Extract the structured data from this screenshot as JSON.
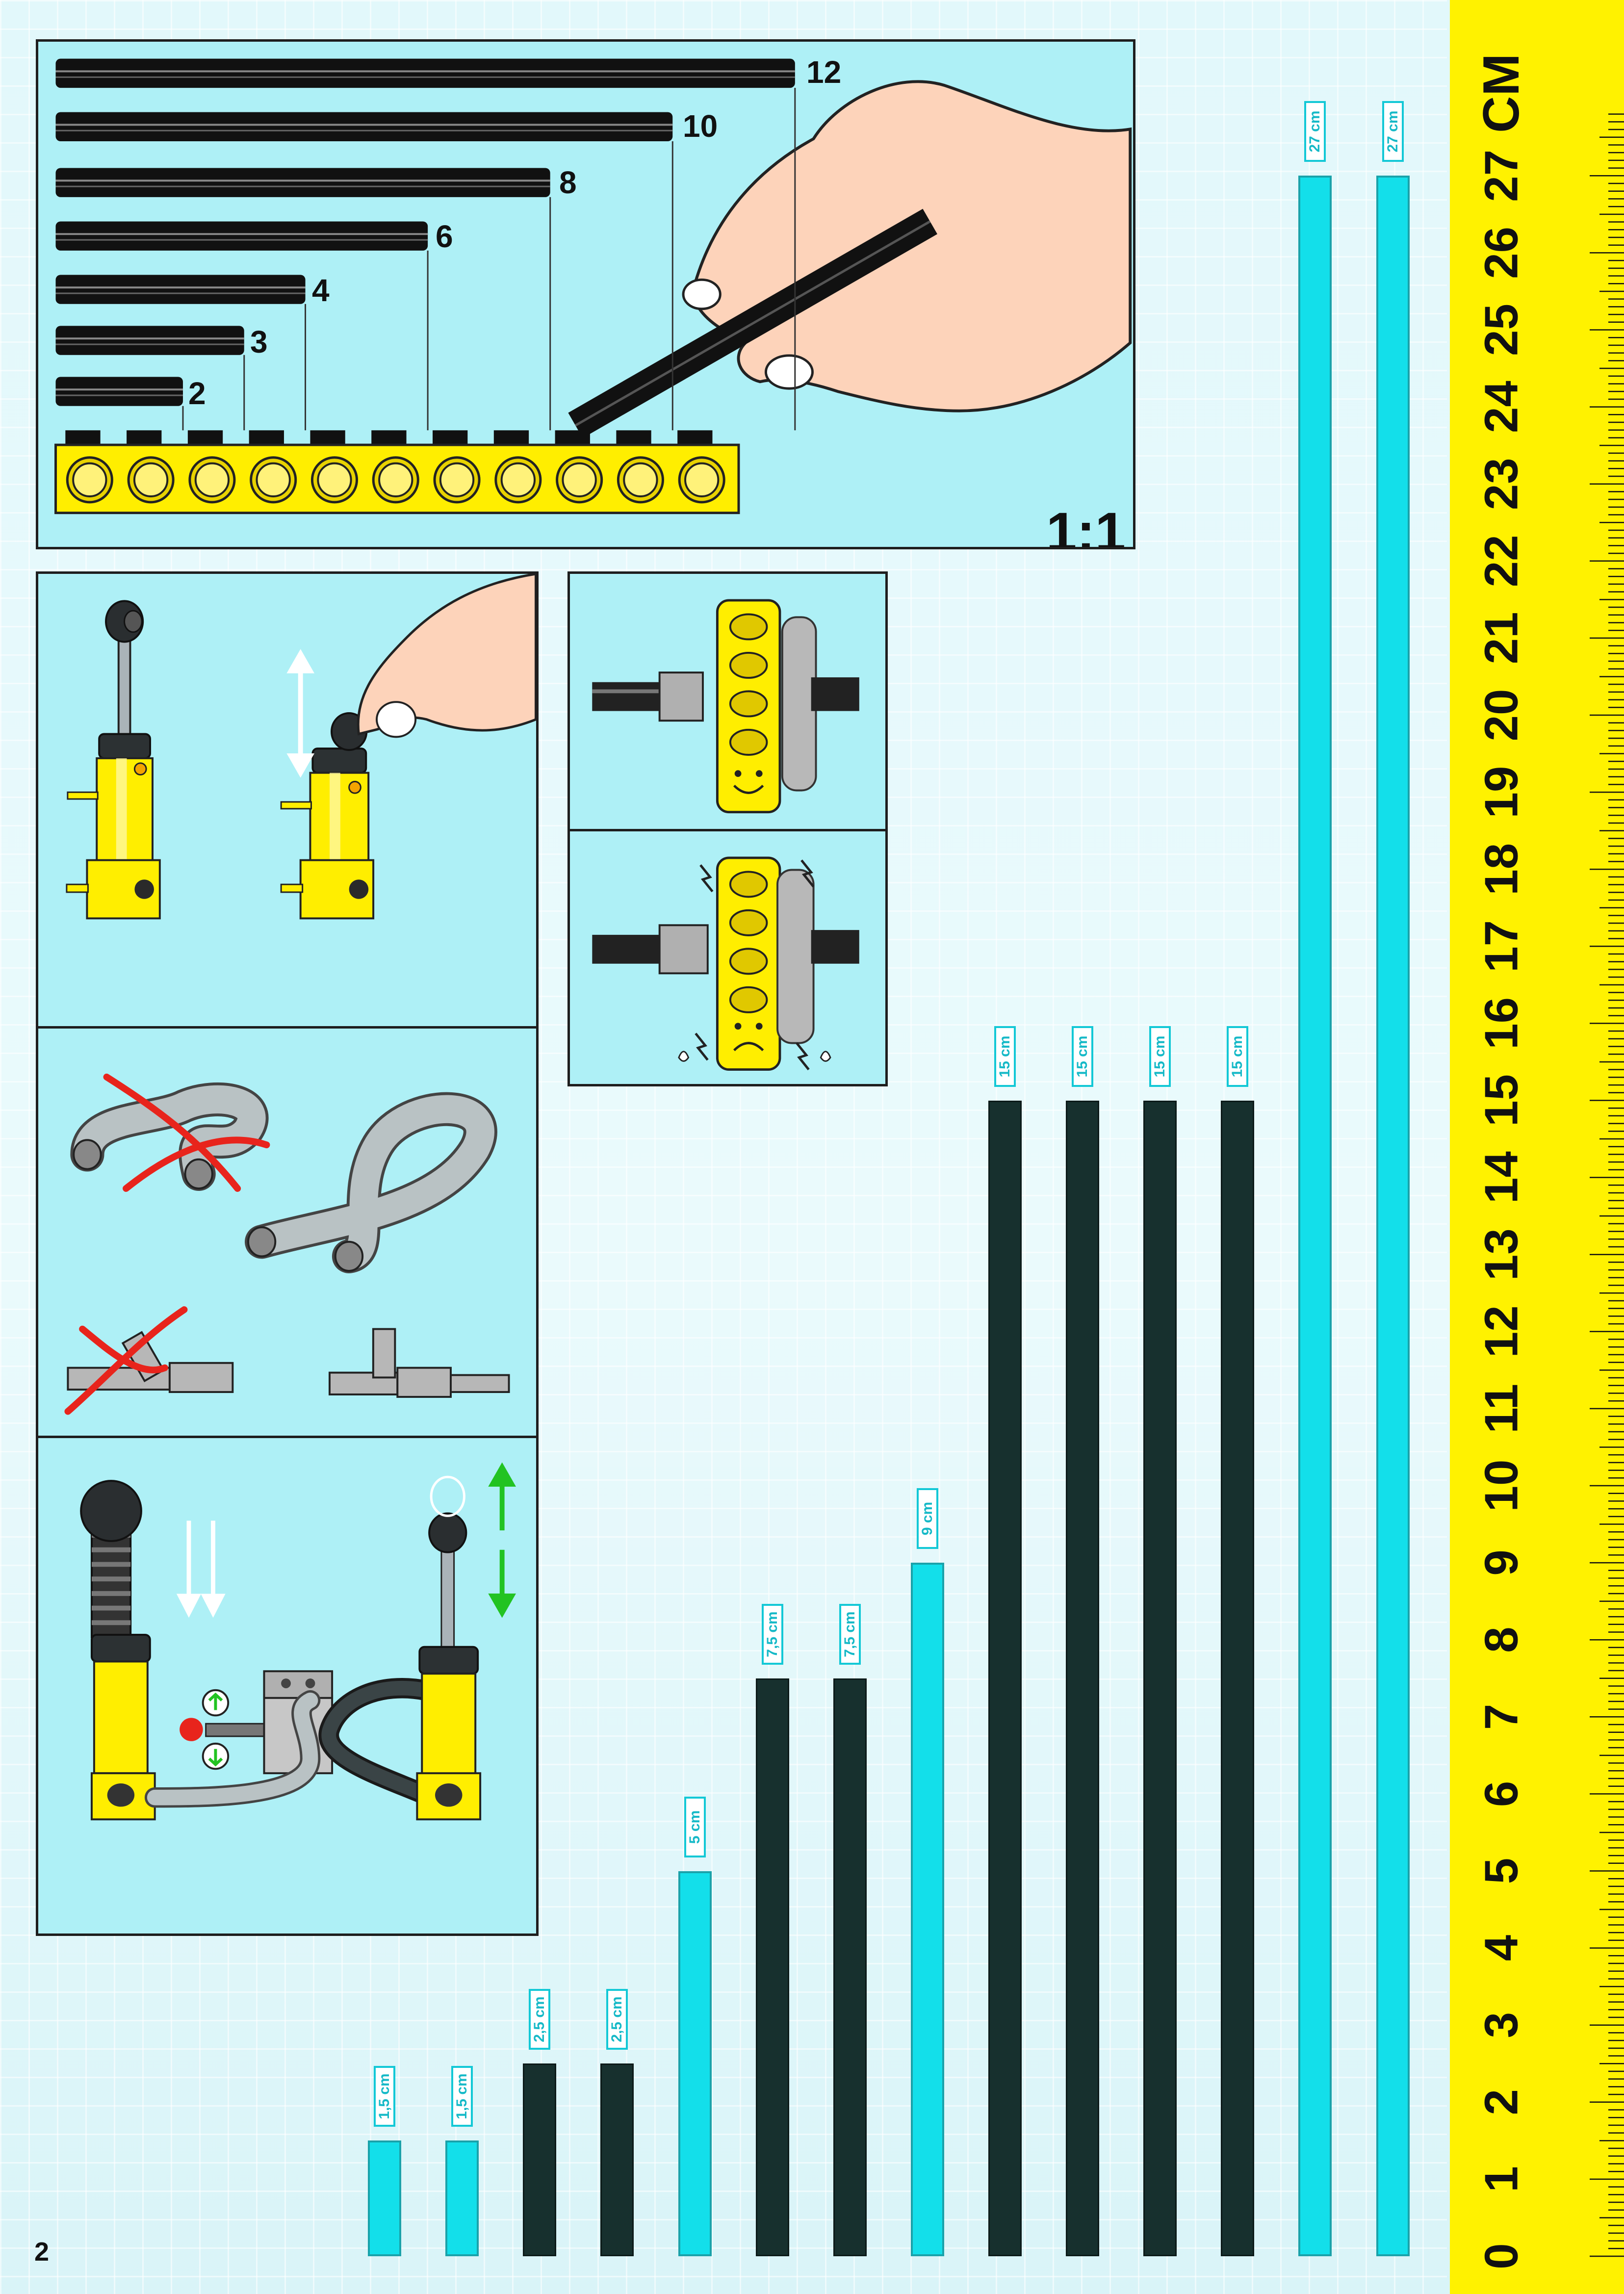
{
  "page": {
    "number": "2",
    "background": "#e2f8fb"
  },
  "rod_panel": {
    "scale": "1:1",
    "rods": [
      {
        "label": "12",
        "length_studs": 12
      },
      {
        "label": "10",
        "length_studs": 10
      },
      {
        "label": "8",
        "length_studs": 8
      },
      {
        "label": "6",
        "length_studs": 6
      },
      {
        "label": "4",
        "length_studs": 4
      },
      {
        "label": "3",
        "length_studs": 3
      },
      {
        "label": "2",
        "length_studs": 2
      }
    ],
    "beam_holes": 11,
    "beam_color": "#ffee00"
  },
  "ruler": {
    "unit_label": "CM",
    "marks": [
      "0",
      "1",
      "2",
      "3",
      "4",
      "5",
      "6",
      "7",
      "8",
      "9",
      "10",
      "11",
      "12",
      "13",
      "14",
      "15",
      "16",
      "17",
      "18",
      "19",
      "20",
      "21",
      "22",
      "23",
      "24",
      "25",
      "26",
      "27"
    ],
    "color": "#fff200"
  },
  "tubes": [
    {
      "label": "1,5 cm",
      "length_cm": 1.5,
      "color": "cyan"
    },
    {
      "label": "1,5 cm",
      "length_cm": 1.5,
      "color": "cyan"
    },
    {
      "label": "2,5 cm",
      "length_cm": 2.5,
      "color": "dark"
    },
    {
      "label": "2,5 cm",
      "length_cm": 2.5,
      "color": "dark"
    },
    {
      "label": "5 cm",
      "length_cm": 5,
      "color": "cyan"
    },
    {
      "label": "7,5 cm",
      "length_cm": 7.5,
      "color": "dark"
    },
    {
      "label": "7,5 cm",
      "length_cm": 7.5,
      "color": "dark"
    },
    {
      "label": "9 cm",
      "length_cm": 9,
      "color": "cyan"
    },
    {
      "label": "15 cm",
      "length_cm": 15,
      "color": "dark"
    },
    {
      "label": "15 cm",
      "length_cm": 15,
      "color": "dark"
    },
    {
      "label": "15 cm",
      "length_cm": 15,
      "color": "dark"
    },
    {
      "label": "15 cm",
      "length_cm": 15,
      "color": "dark"
    },
    {
      "label": "27 cm",
      "length_cm": 27,
      "color": "cyan"
    },
    {
      "label": "27 cm",
      "length_cm": 27,
      "color": "cyan"
    }
  ],
  "colors": {
    "panel": "#aef0f6",
    "cyan_tube": "#13dfea",
    "dark_tube": "#17302e",
    "yellow": "#ffee00",
    "red_cross": "#e8241c",
    "green_arrow": "#22c322"
  }
}
